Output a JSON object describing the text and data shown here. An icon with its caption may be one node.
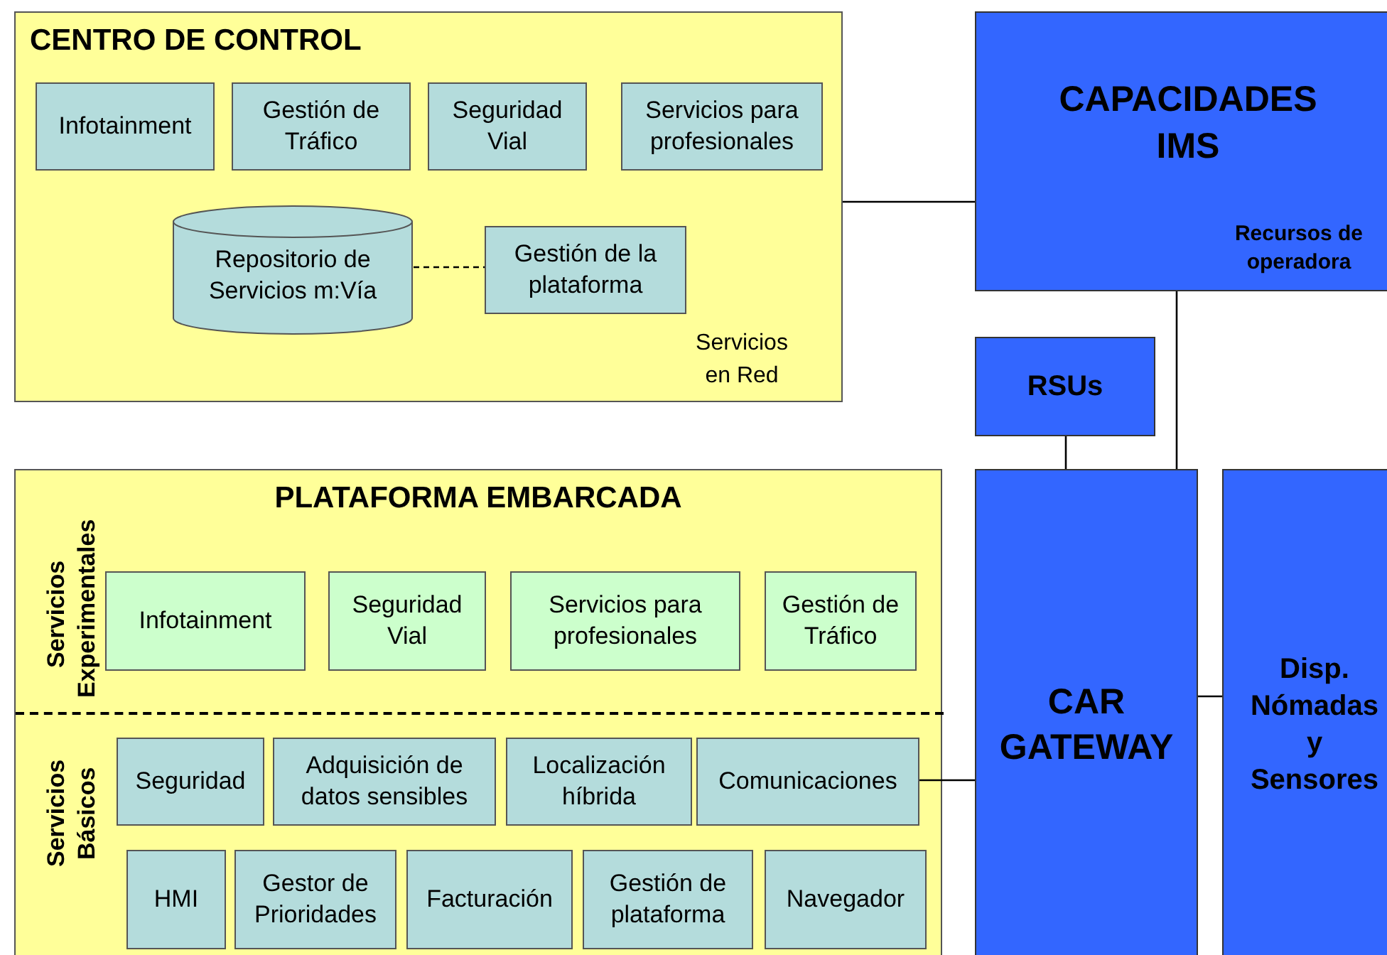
{
  "diagram": {
    "nodes": [
      {
        "text": [
          "CENTRO DE CONTROL",
          "Servicios en Red"
        ]
      },
      {
        "text": [
          "Infotainment"
        ],
        "in": 0
      },
      {
        "text": [
          "Gestión de Tráfico"
        ],
        "in": 0
      },
      {
        "text": [
          "Seguridad Vial"
        ],
        "in": 0
      },
      {
        "text": [
          "Servicios para profesionales"
        ],
        "in": 0
      },
      {
        "text": [
          "Repositorio de Servicios m:Vía"
        ],
        "in": 0
      },
      {
        "text": [
          "Gestión de la plataforma"
        ],
        "in": 0
      },
      {
        "text": [
          "CAPACIDADES IMS",
          "Recursos de operadora"
        ]
      },
      {
        "text": [
          "RSUs"
        ]
      },
      {
        "text": [
          "PLATAFORMA EMBARCADA"
        ]
      },
      {
        "text": [
          "Servicios Experimentales"
        ],
        "in": 9
      },
      {
        "text": [
          "Infotainment"
        ],
        "in": 10
      },
      {
        "text": [
          "Seguridad Vial"
        ],
        "in": 10
      },
      {
        "text": [
          "Servicios para profesionales"
        ],
        "in": 10
      },
      {
        "text": [
          "Gestión de Tráfico"
        ],
        "in": 10
      },
      {
        "text": [
          "Servicios Básicos"
        ],
        "in": 9
      },
      {
        "text": [
          "Seguridad"
        ],
        "in": 15
      },
      {
        "text": [
          "Adquisición de datos sensibles"
        ],
        "in": 15
      },
      {
        "text": [
          "Localización híbrida"
        ],
        "in": 15
      },
      {
        "text": [
          "Comunicaciones"
        ],
        "in": 15
      },
      {
        "text": [
          "HMI"
        ],
        "in": 15
      },
      {
        "text": [
          "Gestor de Prioridades"
        ],
        "in": 15
      },
      {
        "text": [
          "Facturación"
        ],
        "in": 15
      },
      {
        "text": [
          "Gestión de plataforma"
        ],
        "in": 15
      },
      {
        "text": [
          "Navegador"
        ],
        "in": 15
      },
      {
        "text": [
          "CAR GATEWAY"
        ]
      },
      {
        "text": [
          "Disp. Nómadas y Sensores"
        ]
      }
    ],
    "edges": [
      {
        "from": 5,
        "to": 6,
        "arrow": "none",
        "style": "dashed"
      },
      {
        "from": 0,
        "to": 7,
        "arrow": "none"
      },
      {
        "from": 7,
        "to": 25,
        "arrow": "none"
      },
      {
        "from": 8,
        "to": 25,
        "arrow": "none"
      },
      {
        "from": 19,
        "to": 25,
        "arrow": "none"
      },
      {
        "from": 25,
        "to": 26,
        "arrow": "none"
      }
    ]
  }
}
